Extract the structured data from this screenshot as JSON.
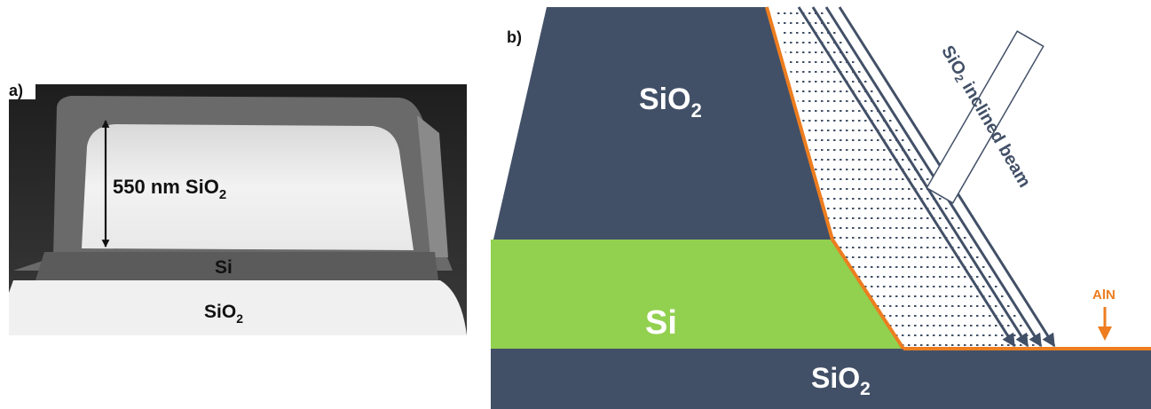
{
  "panel_a": {
    "label": "a)",
    "thickness_label": "550 nm SiO",
    "thickness_sub": "2",
    "layer_si": "Si",
    "layer_sio2": "SiO",
    "layer_sio2_sub": "2"
  },
  "panel_b": {
    "label": "b)",
    "top_layer": "SiO",
    "top_layer_sub": "2",
    "middle_layer": "Si",
    "bottom_layer": "SiO",
    "bottom_layer_sub": "2",
    "beam_label_pre": "SiO",
    "beam_label_sub": "2",
    "beam_label_post": " inclined beam",
    "aln_label": "AlN"
  },
  "colors": {
    "sio2": "#425067",
    "si": "#92d050",
    "aln": "#ed7d1f",
    "white": "#ffffff"
  }
}
